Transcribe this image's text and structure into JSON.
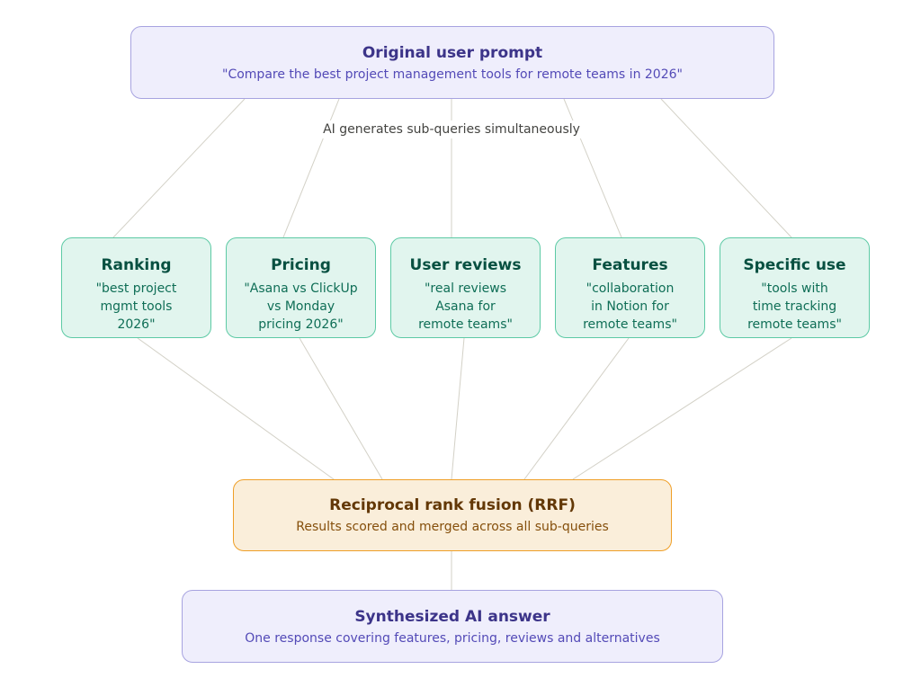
{
  "prompt": {
    "title": "Original user prompt",
    "text": "\"Compare the best project management tools for remote teams in 2026\""
  },
  "branch_label": "AI generates sub-queries simultaneously",
  "sub_queries": [
    {
      "title": "Ranking",
      "text": "\"best project\nmgmt tools\n2026\""
    },
    {
      "title": "Pricing",
      "text": "\"Asana vs ClickUp\nvs Monday\npricing 2026\""
    },
    {
      "title": "User reviews",
      "text": "\"real reviews\nAsana for\nremote teams\""
    },
    {
      "title": "Features",
      "text": "\"collaboration\nin Notion for\nremote teams\""
    },
    {
      "title": "Specific use",
      "text": "\"tools with\ntime tracking\nremote teams\""
    }
  ],
  "fusion": {
    "title": "Reciprocal rank fusion (RRF)",
    "text": "Results scored and merged across all sub-queries"
  },
  "answer": {
    "title": "Synthesized AI answer",
    "text": "One response covering features, pricing, reviews and alternatives"
  },
  "colors": {
    "connector": "#d3d1c7",
    "prompt_fill": "#efeefc",
    "subquery_fill": "#e1f5ee",
    "fusion_fill": "#faeeda",
    "answer_fill": "#efeefc"
  }
}
